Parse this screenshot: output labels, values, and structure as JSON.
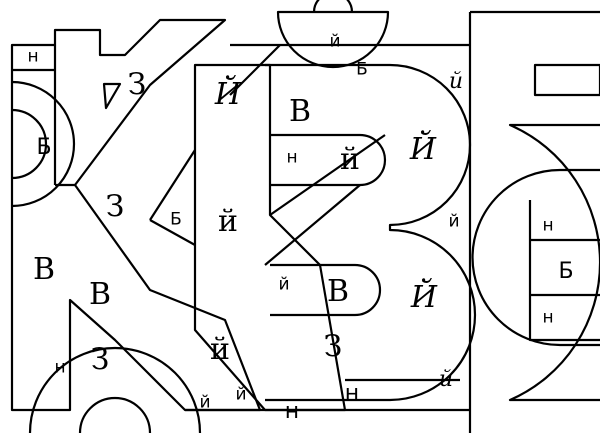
{
  "labels": {
    "n": "н",
    "b": "Б",
    "v": "В",
    "z": "З",
    "y": "й",
    "y_cap": "Й",
    "y_script": "Й"
  },
  "colors": {
    "ink": "#000000",
    "paper": "#ffffff"
  }
}
